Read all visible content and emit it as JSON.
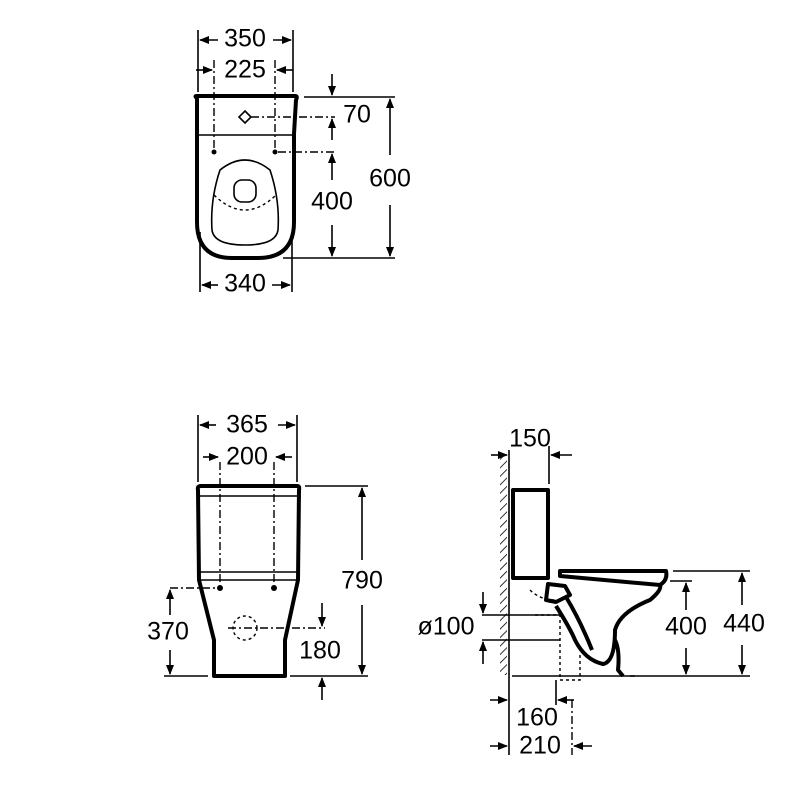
{
  "top_view": {
    "dimensions": {
      "overall_width": "350",
      "fixing_spacing": "225",
      "tank_offset": "70",
      "bowl_length": "400",
      "overall_depth": "600",
      "base_width": "340"
    }
  },
  "front_view": {
    "dimensions": {
      "overall_width": "365",
      "fixing_spacing": "200",
      "overall_height": "790",
      "fixing_height": "370",
      "outlet_height": "180"
    }
  },
  "side_view": {
    "dimensions": {
      "tank_depth": "150",
      "outlet_diameter": "ø100",
      "seat_height": "400",
      "overall_seat_height": "440",
      "outlet_offset": "160",
      "outlet_center": "210"
    }
  }
}
